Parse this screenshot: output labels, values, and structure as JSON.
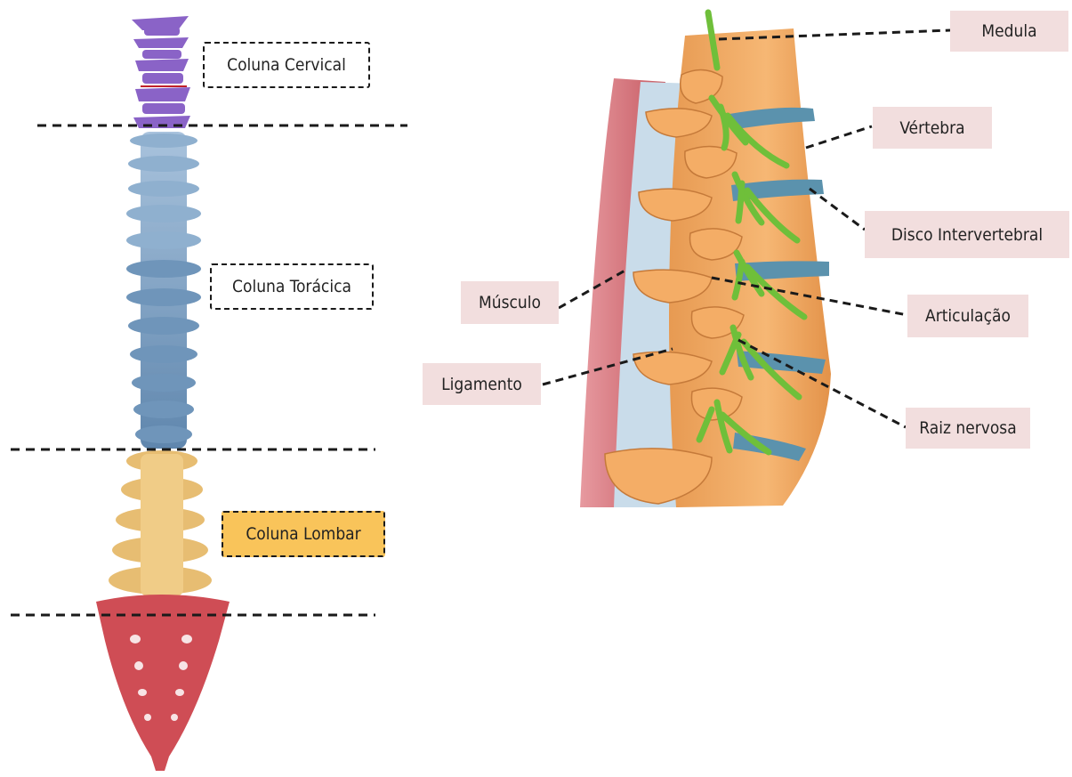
{
  "regions": {
    "cervical": "Coluna Cervical",
    "toracica": "Coluna Torácica",
    "lombar": "Coluna Lombar"
  },
  "parts": {
    "medula": "Medula",
    "vertebra": "Vértebra",
    "disco": "Disco Intervertebral",
    "musculo": "Músculo",
    "articulacao": "Articulação",
    "ligamento": "Ligamento",
    "raiz": "Raiz nervosa"
  },
  "colors": {
    "cervical": "#8a63c7",
    "thoracic": "#7fa4c8",
    "lumbar": "#e7bd72",
    "sacrum": "#cf4d55",
    "bone": "#f0a55e",
    "nerve": "#6fbf3a",
    "disc": "#5b92ad",
    "muscle": "#d4767c",
    "highlight": "#f9c45a",
    "label_bg": "#f2dede"
  }
}
